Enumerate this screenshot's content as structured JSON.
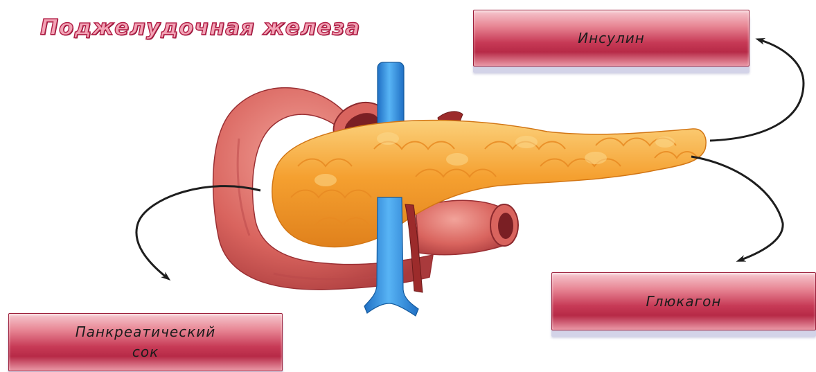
{
  "title": "Поджелудочная железа",
  "labels": {
    "insulin": "Инсулин",
    "glucagon": "Глюкагон",
    "juice": "Панкреатический\nсок"
  },
  "colors": {
    "title_fill": "#f2a4b6",
    "title_outline": "#b21d45",
    "label_box": "#c73a56",
    "pancreas": "#f5a030",
    "duodenum": "#d9645e",
    "vein": "#2f8ee0",
    "artery": "#9c2b2b",
    "arrow": "#1e1e1e"
  }
}
